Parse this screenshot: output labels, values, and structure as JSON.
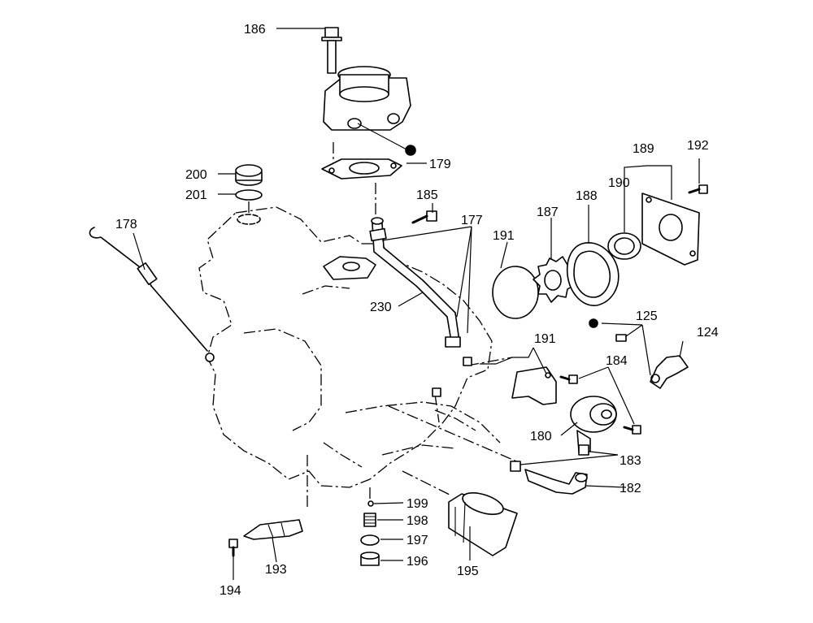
{
  "callouts": [
    {
      "id": "c186",
      "label": "186"
    },
    {
      "id": "c179",
      "label": "179"
    },
    {
      "id": "c200",
      "label": "200"
    },
    {
      "id": "c201",
      "label": "201"
    },
    {
      "id": "c185",
      "label": "185"
    },
    {
      "id": "c177",
      "label": "177"
    },
    {
      "id": "c178",
      "label": "178"
    },
    {
      "id": "c187",
      "label": "187"
    },
    {
      "id": "c188",
      "label": "188"
    },
    {
      "id": "c189",
      "label": "189"
    },
    {
      "id": "c190",
      "label": "190"
    },
    {
      "id": "c192",
      "label": "192"
    },
    {
      "id": "c191a",
      "label": "191"
    },
    {
      "id": "c230",
      "label": "230"
    },
    {
      "id": "c125",
      "label": "125"
    },
    {
      "id": "c124",
      "label": "124"
    },
    {
      "id": "c191b",
      "label": "191"
    },
    {
      "id": "c184",
      "label": "184"
    },
    {
      "id": "c180",
      "label": "180"
    },
    {
      "id": "c183",
      "label": "183"
    },
    {
      "id": "c182",
      "label": "182"
    },
    {
      "id": "c199",
      "label": "199"
    },
    {
      "id": "c198",
      "label": "198"
    },
    {
      "id": "c197",
      "label": "197"
    },
    {
      "id": "c196",
      "label": "196"
    },
    {
      "id": "c195",
      "label": "195"
    },
    {
      "id": "c193",
      "label": "193"
    },
    {
      "id": "c194",
      "label": "194"
    }
  ]
}
